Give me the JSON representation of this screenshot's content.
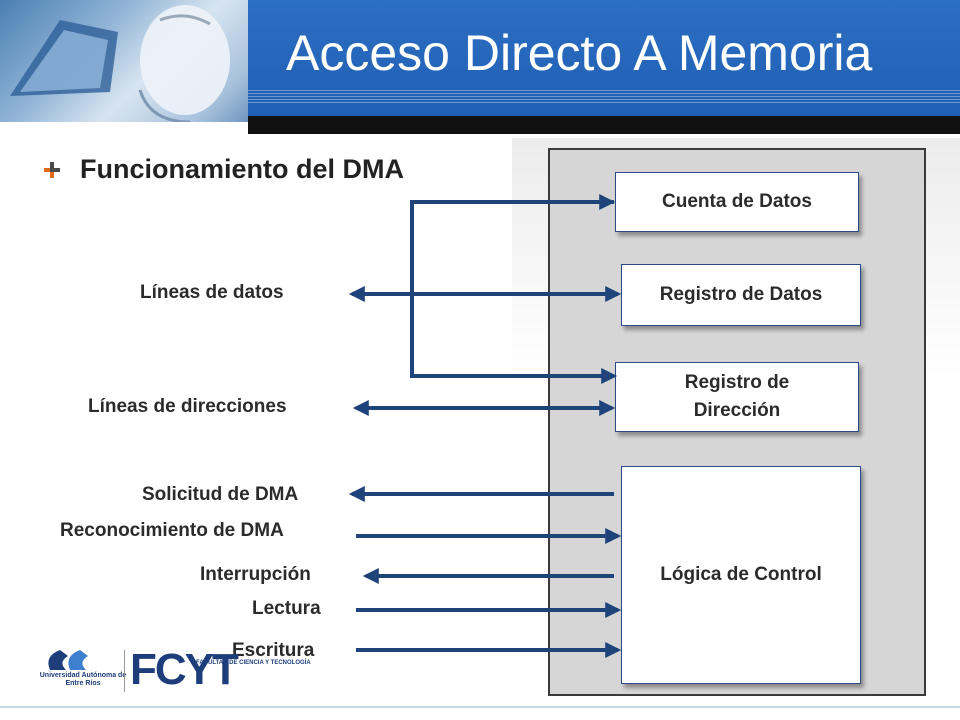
{
  "slide": {
    "title": "Acceso Directo A Memoria",
    "bullet": "Funcionamiento del DMA"
  },
  "registers": {
    "count": "Cuenta de Datos",
    "data": "Registro de Datos",
    "address_line1": "Registro de",
    "address_line2": "Dirección",
    "control": "Lógica de Control"
  },
  "lines": {
    "data_lines": "Líneas de datos",
    "address_lines": "Líneas de direcciones",
    "dma_request": "Solicitud de DMA",
    "dma_ack": "Reconocimiento de DMA",
    "interrupt": "Interrupción",
    "read": "Lectura",
    "write": "Escritura"
  },
  "logos": {
    "university": "Universidad Autónoma de Entre Ríos",
    "faculty": "FCYT",
    "faculty_sub": "FACULTAD DE CIENCIA Y TECNOLOGÍA"
  },
  "colors": {
    "title_band": "#2266bb",
    "arrow": "#1f4479",
    "panel": "#d6d6d6"
  }
}
